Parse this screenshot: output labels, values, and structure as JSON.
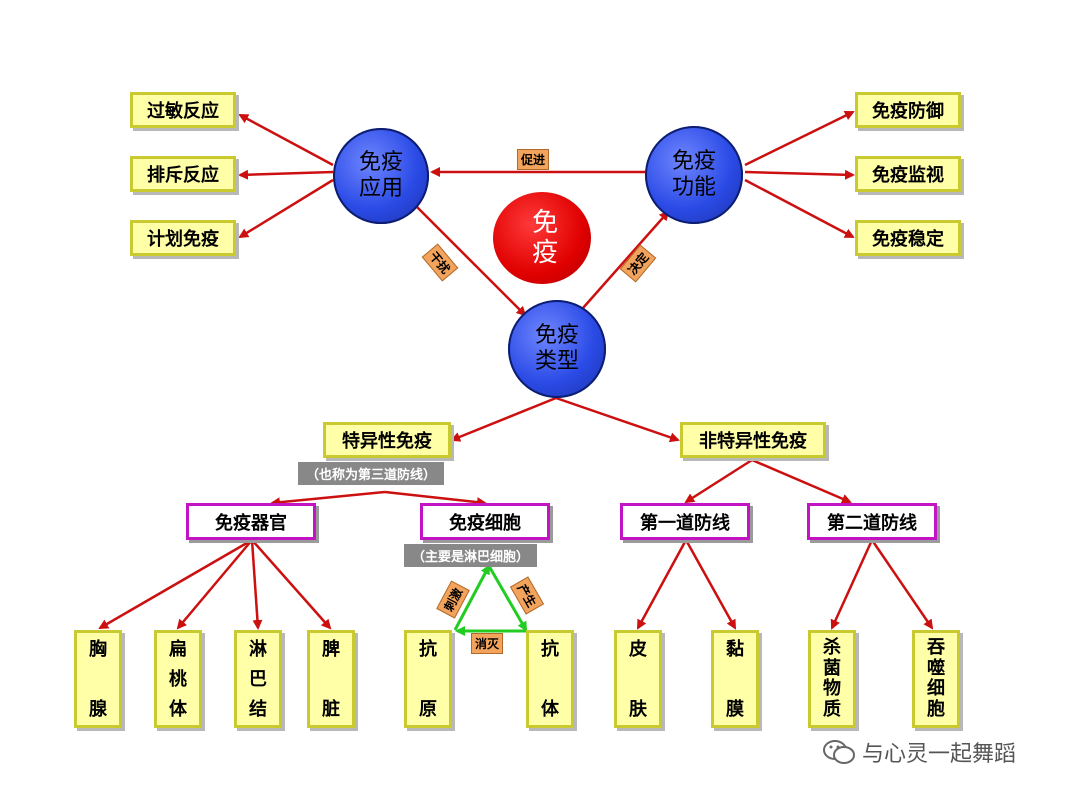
{
  "center": "免疫",
  "circles": {
    "application": [
      "免疫",
      "应用"
    ],
    "function": [
      "免疫",
      "功能"
    ],
    "type": [
      "免疫",
      "类型"
    ]
  },
  "tags": {
    "promote": "促进",
    "interfere": "干扰",
    "decide": "决定",
    "stimulate": "刺激",
    "produce": "产生",
    "eliminate": "消灭"
  },
  "left_boxes": [
    "过敏反应",
    "排斥反应",
    "计划免疫"
  ],
  "right_boxes": [
    "免疫防御",
    "免疫监视",
    "免疫稳定"
  ],
  "specific": "特异性免疫",
  "specific_note": "（也称为第三道防线）",
  "nonspecific": "非特异性免疫",
  "organs": "免疫器官",
  "cells": "免疫细胞",
  "cells_note": "（主要是淋巴细胞）",
  "first_line": "第一道防线",
  "second_line": "第二道防线",
  "leaves": [
    [
      "胸",
      "腺"
    ],
    [
      "扁",
      "桃",
      "体"
    ],
    [
      "淋",
      "巴",
      "结"
    ],
    [
      "脾",
      "脏"
    ],
    [
      "抗",
      "原"
    ],
    [
      "抗",
      "体"
    ],
    [
      "皮",
      "肤"
    ],
    [
      "黏",
      "膜"
    ],
    [
      "杀",
      "菌",
      "物",
      "质"
    ],
    [
      "吞",
      "噬",
      "细",
      "胞"
    ]
  ],
  "watermark": "与心灵一起舞蹈",
  "colors": {
    "arrow": "#cc1010",
    "green": "#22cc22",
    "blue_circle": "#2b4be6",
    "red_circle": "#e00000"
  }
}
